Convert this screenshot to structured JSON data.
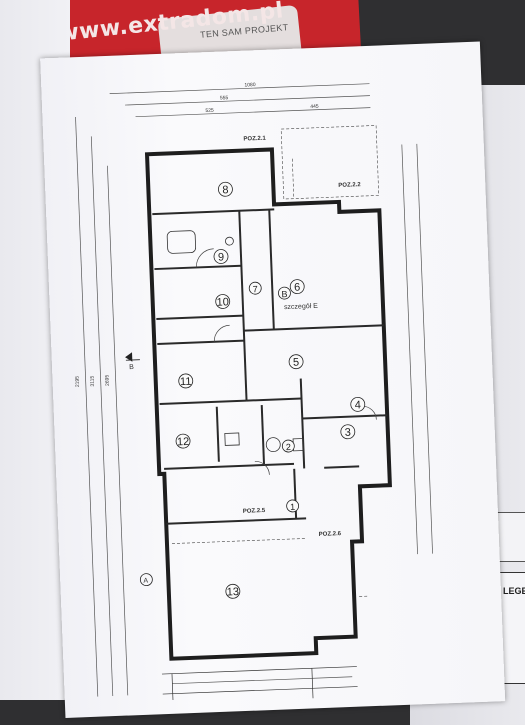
{
  "cover": {
    "brand": "www.extradom.pl",
    "tagline": "TEN SAM PROJEKT"
  },
  "plan": {
    "top_dimensions": [
      "1080",
      "555",
      "525",
      "445"
    ],
    "room_numbers": [
      "8",
      "9",
      "10",
      "11",
      "12",
      "13",
      "7",
      "6",
      "5",
      "4",
      "3",
      "2",
      "1",
      "B"
    ],
    "tags": {
      "poz21": "POZ.2.1",
      "poz22": "POZ.2.2",
      "poz25": "POZ.2.5",
      "poz26": "POZ.2.6",
      "detail": "szczegół E",
      "section_a": "A",
      "section_b": "B"
    },
    "side_dims": [
      "2195",
      "3115",
      "2695"
    ]
  },
  "legend": {
    "title": "LEGEN"
  },
  "colors": {
    "cover_red": "#c7252b",
    "paper": "#f6f6f9",
    "ink": "#2a2a2a"
  }
}
